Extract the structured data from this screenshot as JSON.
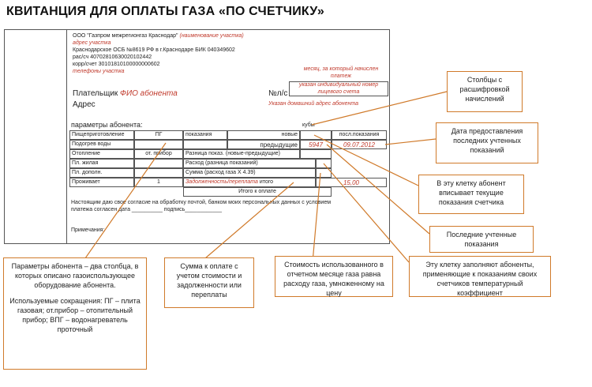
{
  "title": "КВИТАНЦИЯ ДЛЯ ОПЛАТЫ ГАЗА «ПО СЧЕТЧИКУ»",
  "receipt": {
    "org": "ООО \"Газпром межрегионгаз Краснодар\"",
    "org_note": "(наименование участка)",
    "address_note": "адрес участка",
    "bank": "Краснодарское ОСБ №8619 РФ в г.Краснодаре БИК 040349602",
    "account": "рас/сч 40702810630020102442",
    "corr_account": "корр/счет 30101810100000000602",
    "phone_note": "телефоны участка",
    "month_note": "месяц, за который начислен платеж",
    "payer_label": "Плательщик",
    "payer_value": "ФИО абонента",
    "personal_account_label": "№л/с",
    "personal_account_note": "указан индивидуальный номер лицевого счета",
    "address_label": "Адрес",
    "home_address_note": "Указан домашний адрес абонента",
    "params_label": "параметры абонента:",
    "units_label": "кубы",
    "rows": [
      {
        "name": "Пищеприготовление",
        "value": "ПГ"
      },
      {
        "name": "Подогрев воды",
        "value": ""
      },
      {
        "name": "Отопление",
        "value": "от. прибор"
      },
      {
        "name": "Пл. жилая",
        "value": ""
      },
      {
        "name": "Пл. дополн.",
        "value": ""
      },
      {
        "name": "Проживает",
        "value": "1"
      }
    ],
    "readings_label": "показания",
    "new_label": "новые",
    "prev_label": "предыдущие",
    "prev_value": "5947",
    "last_reading_label": "посл.показания",
    "last_reading_date": "09.07.2012",
    "diff_label": "Разница показ. (новые-предыдущие)",
    "consumption_label": "Расход (разница показаний)",
    "sum_label": "Сумма (расход газа Х 4.39)",
    "debt_label": "Задолженность/переплата",
    "total_label": "итого",
    "total_value": "15,00",
    "to_pay_label": "Итого к оплате",
    "consent_text": "Настоящим даю свое согласие на обработку почтой, банком моих персональных данных с условием платежа согласен дата __________ подпись____________",
    "notes_label": "Примечания:"
  },
  "callouts": {
    "columns": "Столбцы с расшифровкой начислений",
    "date": "Дата предоставления последних учтенных показаний",
    "current": "В эту клетку абонент вписывает текущие показания счетчика",
    "last": "Последние учтенные показания",
    "coef": "Эту клетку заполняют абоненты, применяющие к показаниям своих счетчиков температурный коэффициент",
    "cost": "Стоимость использованного в отчетном месяце газа равна расходу газа, умноженному на цену",
    "sum": "Сумма к оплате с учетом стоимости и задолженности или переплаты",
    "params": "Параметры абонента – два столбца, в которых описано газоиспользующее оборудование абонента.",
    "abbr": "Используемые сокращения: ПГ – плита газовая; от.прибор – отопительный прибор; ВПГ – водонагреватель проточный"
  },
  "colors": {
    "accent": "#d07a2a",
    "red_text": "#c0392b"
  }
}
